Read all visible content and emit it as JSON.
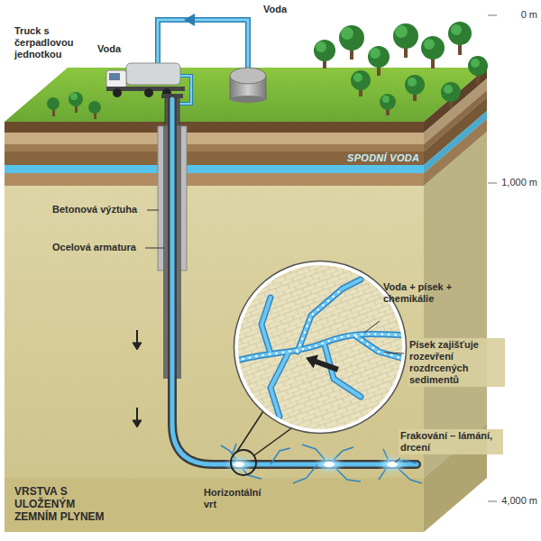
{
  "diagram": {
    "labels": [
      "Voda",
      "Truck s čerpadlovou jednotkou",
      "Voda",
      "0 m",
      "SPODNÍ VODA",
      "1,000 m",
      "Betonová výztuha",
      "Ocelová armatura",
      "Voda + písek + chemikálie",
      "Písek zajišťuje rozevření rozdrcených sedimentů",
      "Frakování – lámání, drcení",
      "4,000 m",
      "VRSTVA S ULOŽENÝM ZEMNÍM PLYNEM",
      "Horizontální vrt"
    ]
  }
}
